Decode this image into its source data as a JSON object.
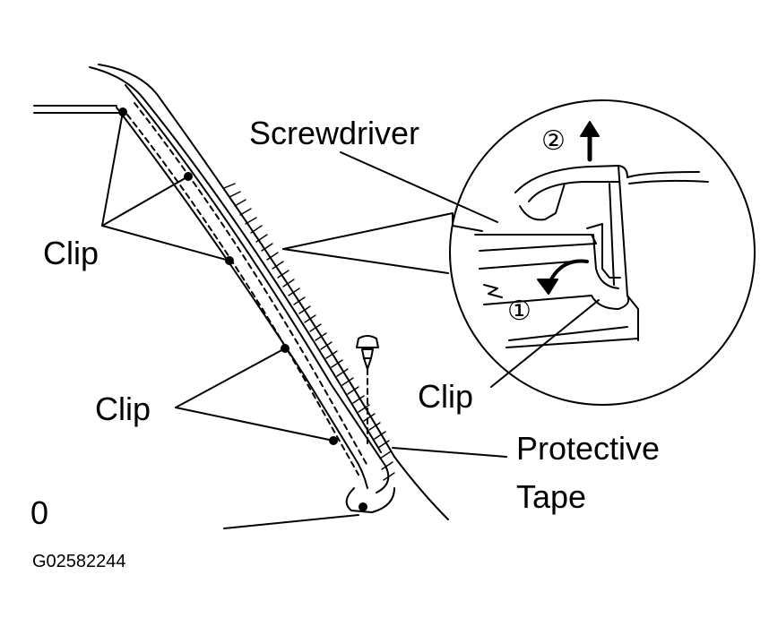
{
  "labels": {
    "screwdriver": "Screwdriver",
    "clip_top_left": "Clip",
    "clip_bottom_left": "Clip",
    "clip_detail": "Clip",
    "protective_line1": "Protective",
    "protective_line2": "Tape",
    "corner_mark": "0",
    "figure_id": "G02582244"
  },
  "steps": {
    "step_one": "①",
    "step_two": "②"
  },
  "colors": {
    "ink": "#000000",
    "paper": "#ffffff"
  }
}
